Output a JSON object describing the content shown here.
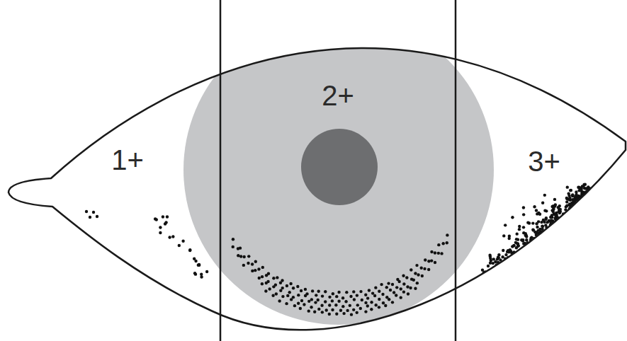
{
  "diagram": {
    "labels": [
      "1+",
      "2+",
      "3+"
    ]
  }
}
